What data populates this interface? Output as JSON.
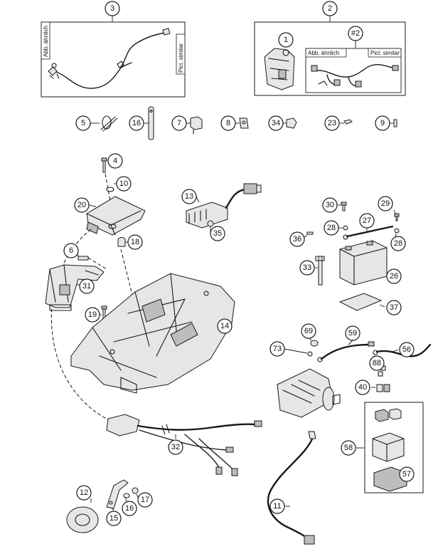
{
  "callouts": {
    "c1": "1",
    "c2": "2",
    "c3": "3",
    "c4": "4",
    "c5": "5",
    "c6": "6",
    "c9": "9",
    "c10": "10",
    "c11": "11",
    "c12": "12",
    "c13": "13",
    "c14": "14",
    "c15": "15",
    "c16a": "16",
    "c16b": "16",
    "c17": "17",
    "c18": "18",
    "c19": "19",
    "c20": "20",
    "c23": "23",
    "c26": "26",
    "c27": "27",
    "c28a": "28",
    "c28b": "28",
    "c29": "29",
    "c30": "30",
    "c31": "31",
    "c32": "32",
    "c33": "33",
    "c34": "34",
    "c35": "35",
    "c36": "36",
    "c37": "37",
    "c40": "40",
    "c56": "56",
    "c57": "57",
    "c58": "58",
    "c59": "59",
    "c69": "69",
    "c73": "73",
    "c7": "7",
    "c8": "8",
    "c88": "88",
    "c2sub": "#2"
  },
  "box3": {
    "label_de": "Abb. ähnlich",
    "label_en": "Pict. similar"
  },
  "box2": {
    "label_de": "Abb. ähnlich",
    "label_en": "Pict. similar"
  }
}
